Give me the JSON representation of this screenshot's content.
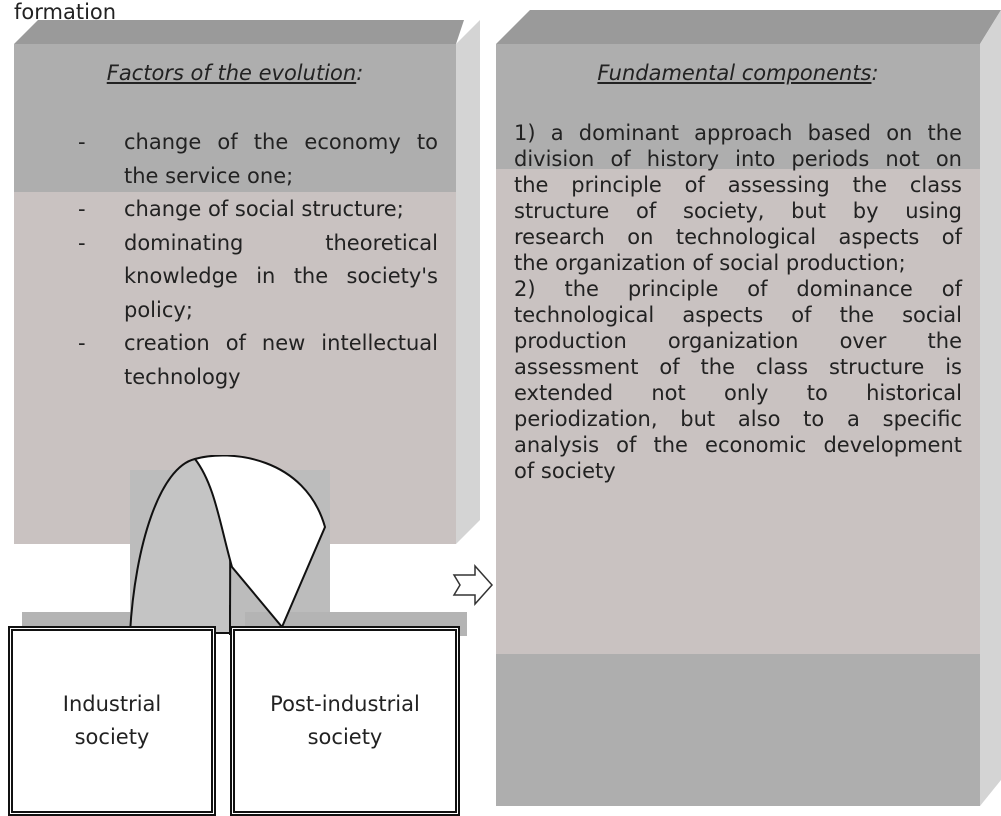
{
  "top_fragment": "formation",
  "left_panel": {
    "heading": "Factors of the evolution",
    "heading_colon": ":",
    "dash": "-",
    "items": [
      "change of the economy to the service one;",
      "change of social structure;",
      "dominating theoretical knowledge in the society's policy;",
      "creation of new intellectual technology"
    ]
  },
  "right_panel": {
    "heading": "Fundamental components",
    "heading_colon": ":",
    "lines": [
      "1) a dominant approach based on the",
      "division of history into periods not on",
      "the principle of assessing the class",
      "structure of society, but by using",
      "research on technological aspects of",
      "the organization of social production;",
      "2) the principle of dominance of",
      "technological aspects of the social",
      "production organization over the",
      "assessment of the class structure is",
      "extended not only to historical",
      "periodization, but also to a specific",
      "analysis of the economic development",
      "of society"
    ]
  },
  "boxes": {
    "industrial": "Industrial society",
    "post_industrial": "Post-industrial society"
  },
  "colors": {
    "panel_dark": "#aeaeae",
    "panel_rose": "#c9c2c1",
    "side_face": "#d4d4d4",
    "top_face": "#9a9a9a"
  }
}
